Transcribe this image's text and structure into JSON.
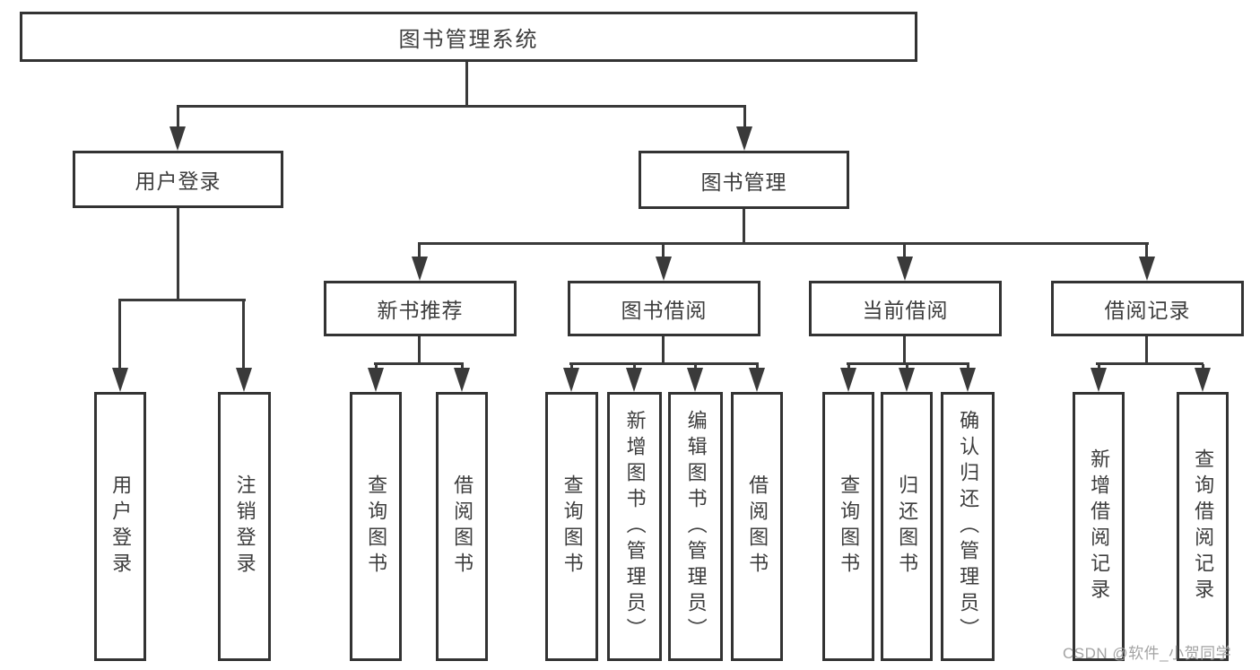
{
  "diagram": {
    "title": "图书管理系统",
    "tree": {
      "label": "图书管理系统",
      "children": [
        {
          "label": "用户登录",
          "children": [
            {
              "label": "用户登录"
            },
            {
              "label": "注销登录"
            }
          ]
        },
        {
          "label": "图书管理",
          "children": [
            {
              "label": "新书推荐",
              "children": [
                {
                  "label": "查询图书"
                },
                {
                  "label": "借阅图书"
                }
              ]
            },
            {
              "label": "图书借阅",
              "children": [
                {
                  "label": "查询图书"
                },
                {
                  "label": "新增图书（管理员）"
                },
                {
                  "label": "编辑图书（管理员）"
                },
                {
                  "label": "借阅图书"
                }
              ]
            },
            {
              "label": "当前借阅",
              "children": [
                {
                  "label": "查询图书"
                },
                {
                  "label": "归还图书"
                },
                {
                  "label": "确认归还（管理员）"
                }
              ]
            },
            {
              "label": "借阅记录",
              "children": [
                {
                  "label": "新增借阅记录"
                },
                {
                  "label": "查询借阅记录"
                }
              ]
            }
          ]
        }
      ]
    },
    "watermark": "CSDN @软件_小贺同学",
    "colors": {
      "line": "#3a3a3a",
      "box_border": "#333333",
      "box_background": "#ffffff",
      "text": "#3d3d3d",
      "watermark": "#a3a3a3"
    }
  }
}
